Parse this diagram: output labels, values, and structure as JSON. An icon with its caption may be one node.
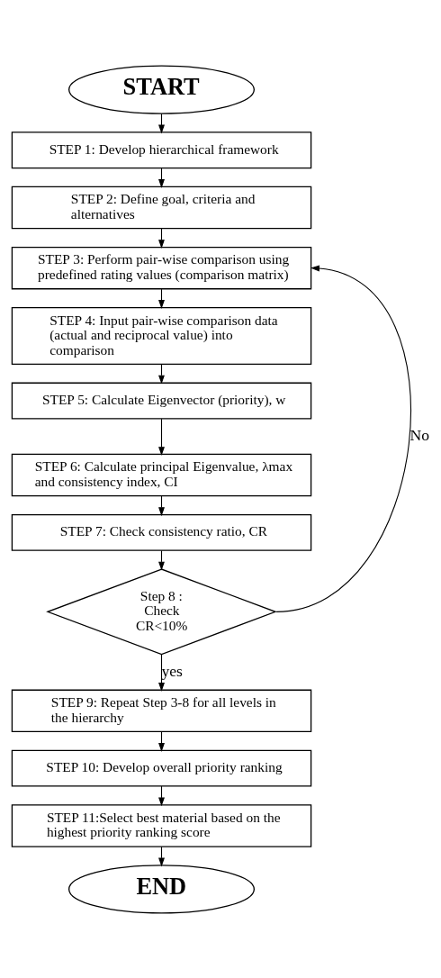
{
  "diagram": {
    "nodes": [
      {
        "text": [
          "START"
        ]
      },
      {
        "text": [
          "STEP 1: Develop hierarchical framework"
        ]
      },
      {
        "text": [
          "STEP 2: Define goal, criteria and alternatives"
        ]
      },
      {
        "text": [
          "STEP 3: Perform pair-wise comparison using predefined rating values (comparison matrix)"
        ]
      },
      {
        "text": [
          "STEP 4: Input pair-wise comparison data (actual and reciprocal value) into comparison"
        ]
      },
      {
        "text": [
          "STEP 5: Calculate Eigenvector (priority), w"
        ]
      },
      {
        "text": [
          "STEP 6: Calculate principal Eigenvalue, λmax and consistency index, CI"
        ]
      },
      {
        "text": [
          "STEP 7: Check consistency ratio, CR"
        ]
      },
      {
        "text": [
          "Step 8 : Check CR<10%"
        ]
      },
      {
        "text": [
          "STEP 9: Repeat Step 3-8 for all levels in the hierarchy"
        ]
      },
      {
        "text": [
          "STEP 10: Develop overall priority ranking"
        ]
      },
      {
        "text": [
          "STEP 11:Select best material based on the highest priority ranking score"
        ]
      },
      {
        "text": [
          "END"
        ]
      }
    ],
    "edges": [
      {
        "from": 0,
        "to": 1,
        "arrow": "to"
      },
      {
        "from": 1,
        "to": 2,
        "arrow": "to"
      },
      {
        "from": 2,
        "to": 3,
        "arrow": "to"
      },
      {
        "from": 3,
        "to": 4,
        "arrow": "to"
      },
      {
        "from": 4,
        "to": 5,
        "arrow": "to"
      },
      {
        "from": 5,
        "to": 6,
        "arrow": "to"
      },
      {
        "from": 6,
        "to": 7,
        "arrow": "to"
      },
      {
        "from": 7,
        "to": 8,
        "arrow": "to"
      },
      {
        "from": 8,
        "to": 9,
        "arrow": "to",
        "label": "yes"
      },
      {
        "from": 8,
        "to": 3,
        "arrow": "to",
        "label": "No"
      },
      {
        "from": 9,
        "to": 10,
        "arrow": "to"
      },
      {
        "from": 10,
        "to": 11,
        "arrow": "to"
      },
      {
        "from": 11,
        "to": 12,
        "arrow": "to"
      }
    ]
  }
}
